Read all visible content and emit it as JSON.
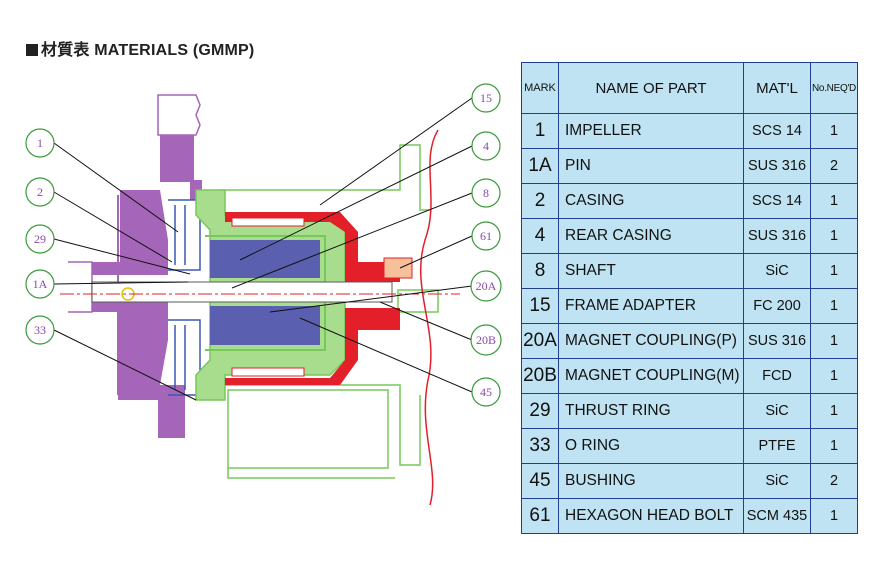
{
  "title": {
    "text": "材質表 MATERIALS (GMMP)"
  },
  "callouts": {
    "c1": "1",
    "c2": "2",
    "c29": "29",
    "c1a": "1A",
    "c33": "33",
    "c15": "15",
    "c4": "4",
    "c8": "8",
    "c61": "61",
    "c20a": "20A",
    "c20b": "20B",
    "c45": "45"
  },
  "table": {
    "headers": {
      "mark": "MARK",
      "name": "NAME OF PART",
      "matl": "MAT'L",
      "noq": "No.NEQ'D"
    },
    "rows": [
      {
        "mark": "1",
        "name": "IMPELLER",
        "matl": "SCS 14",
        "noq": "1"
      },
      {
        "mark": "1A",
        "name": "PIN",
        "matl": "SUS 316",
        "noq": "2"
      },
      {
        "mark": "2",
        "name": "CASING",
        "matl": "SCS 14",
        "noq": "1"
      },
      {
        "mark": "4",
        "name": "REAR CASING",
        "matl": "SUS 316",
        "noq": "1"
      },
      {
        "mark": "8",
        "name": "SHAFT",
        "matl": "SiC",
        "noq": "1"
      },
      {
        "mark": "15",
        "name": "FRAME ADAPTER",
        "matl": "FC 200",
        "noq": "1"
      },
      {
        "mark": "20A",
        "name": "MAGNET COUPLING(P)",
        "matl": "SUS 316",
        "noq": "1"
      },
      {
        "mark": "20B",
        "name": "MAGNET COUPLING(M)",
        "matl": "FCD",
        "noq": "1"
      },
      {
        "mark": "29",
        "name": "THRUST RING",
        "matl": "SiC",
        "noq": "1"
      },
      {
        "mark": "33",
        "name": "O RING",
        "matl": "PTFE",
        "noq": "1"
      },
      {
        "mark": "45",
        "name": "BUSHING",
        "matl": "SiC",
        "noq": "2"
      },
      {
        "mark": "61",
        "name": "HEXAGON HEAD BOLT",
        "matl": "SCM 435",
        "noq": "1"
      }
    ]
  },
  "colors": {
    "purple": "#a565b8",
    "green": "#77c85a",
    "red": "#e3202a",
    "blue": "#5a5fb0",
    "callout_circle": "#3a9a3a",
    "table_fill": "#bfe3f2",
    "table_border": "#1f3f8f"
  }
}
